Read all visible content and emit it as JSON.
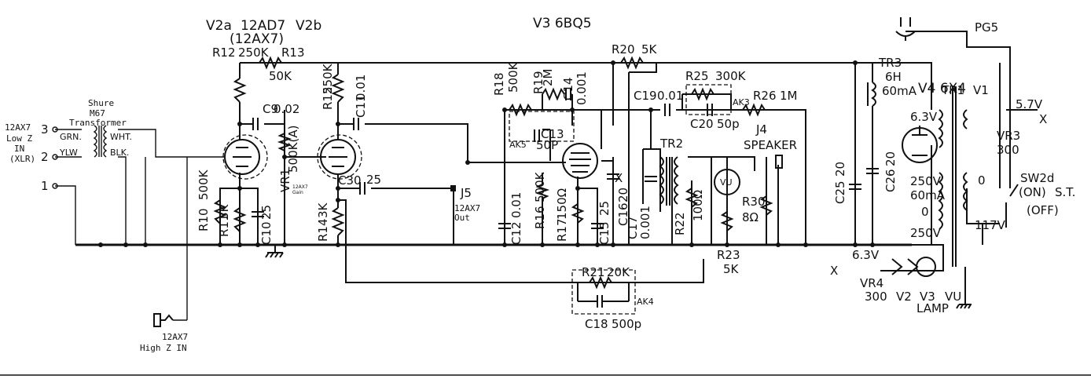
{
  "tubes": {
    "v2a": "V2a",
    "v2b": "V2b",
    "v2_type": "12AD7",
    "v2_alt": "(12AX7)",
    "v3": "V3 6BQ5",
    "v4": "V4 6X4"
  },
  "transformer_label": {
    "line1": "Shure",
    "line2": "M67",
    "line3": "Transformer"
  },
  "input": {
    "lowz_line1": "12AX7",
    "lowz_line2": "Low Z",
    "lowz_line3": "IN",
    "lowz_line4": "(XLR)",
    "pin3": "3",
    "pin2": "2",
    "pin1": "1",
    "grn": "GRN.",
    "ylw": "YLW",
    "wht": "WHT.",
    "blk": "BLK.",
    "highz_line1": "12AX7",
    "highz_line2": "High Z IN"
  },
  "components": {
    "r12": "R12",
    "r12v": "250K",
    "r13": "R13",
    "r13v": "50K",
    "c9": "C9",
    "c9v": "0.02",
    "vr1": "VR1",
    "vr1v": "500K(A)",
    "vr1_note1": "12AX7",
    "vr1_note2": "Gain",
    "r10": "R10",
    "r10v": "500K",
    "r11": "R11",
    "r11v": "3K",
    "c10": "C10",
    "c10v": "25",
    "r15": "R15",
    "r15v": "250K",
    "c11": "C11",
    "c11v": "0.01",
    "c30": "C30",
    "c30v": "25",
    "r14": "R14",
    "r14v": "3K",
    "j5": "J5",
    "j5_note1": "12AX7",
    "j5_note2": "Out",
    "r18": "R18",
    "r18v": "500K",
    "r19": "R19",
    "r19v": "2M",
    "c14": "C14",
    "c14v": "0.001",
    "c13": "C13",
    "c13v": "50P",
    "ak5": "AK5",
    "c12": "C12",
    "c12v": "0.01",
    "r16": "R16",
    "r16v": "500K",
    "r17": "R17",
    "r17v": "150Ω",
    "c15": "C15",
    "c15v": "25",
    "c16": "C16",
    "c16v": "20",
    "x": "X",
    "r20": "R20",
    "r20v": "5K",
    "r25": "R25",
    "r25v": "300K",
    "c19": "C19",
    "c19v": "0.01",
    "ak3": "AK3",
    "r26": "R26",
    "r26v": "1M",
    "c20": "C20",
    "c20v": "50p",
    "c17": "C17",
    "c17v": "0.001",
    "tr2": "TR2",
    "r22": "R22",
    "r22v": "100Ω",
    "vu": "VU",
    "r23": "R23",
    "r23v": "5K",
    "j4": "J4",
    "speaker": "SPEAKER",
    "r30": "R30",
    "r30v": "8Ω",
    "r21": "R21",
    "r21v": "20K",
    "c18": "C18",
    "c18v": "500p",
    "ak4": "AK4",
    "c25": "C25",
    "c25v": "20",
    "c26": "C26",
    "c26v": "20",
    "tr3": "TR3",
    "tr3v1": "6H",
    "tr3v2": "60mA",
    "tr1": "TR1",
    "v1": "V1",
    "pg5": "PG5",
    "s63v": "6.3V",
    "s250a": "250V",
    "s60ma": "60mA",
    "s0a": "0",
    "s250b": "250V",
    "p0": "0",
    "p117": "117V",
    "s57v": "5.7V",
    "vr3": "VR3",
    "vr3v": "300",
    "sw2d": "SW2d",
    "on": "(ON)",
    "st": "S.T.",
    "off": "(OFF)",
    "h63v": "6.3V",
    "vr4": "VR4",
    "vr4v": "300",
    "lamp_v2": "V2",
    "lamp_v3": "V3",
    "lamp_vu": "VU",
    "lamp": "LAMP"
  }
}
